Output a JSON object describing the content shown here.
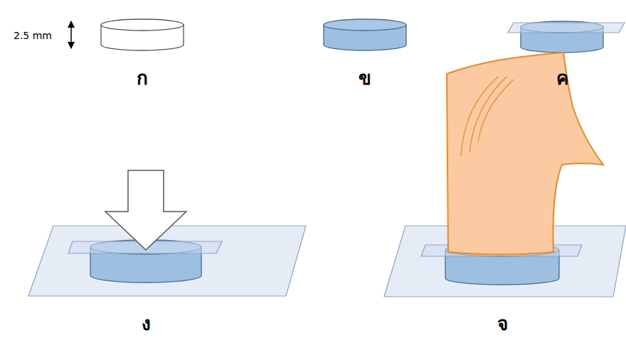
{
  "diagram": {
    "labels": [
      "2.5 mm",
      "ก",
      "ข",
      "ค",
      "ง",
      "จ"
    ]
  }
}
